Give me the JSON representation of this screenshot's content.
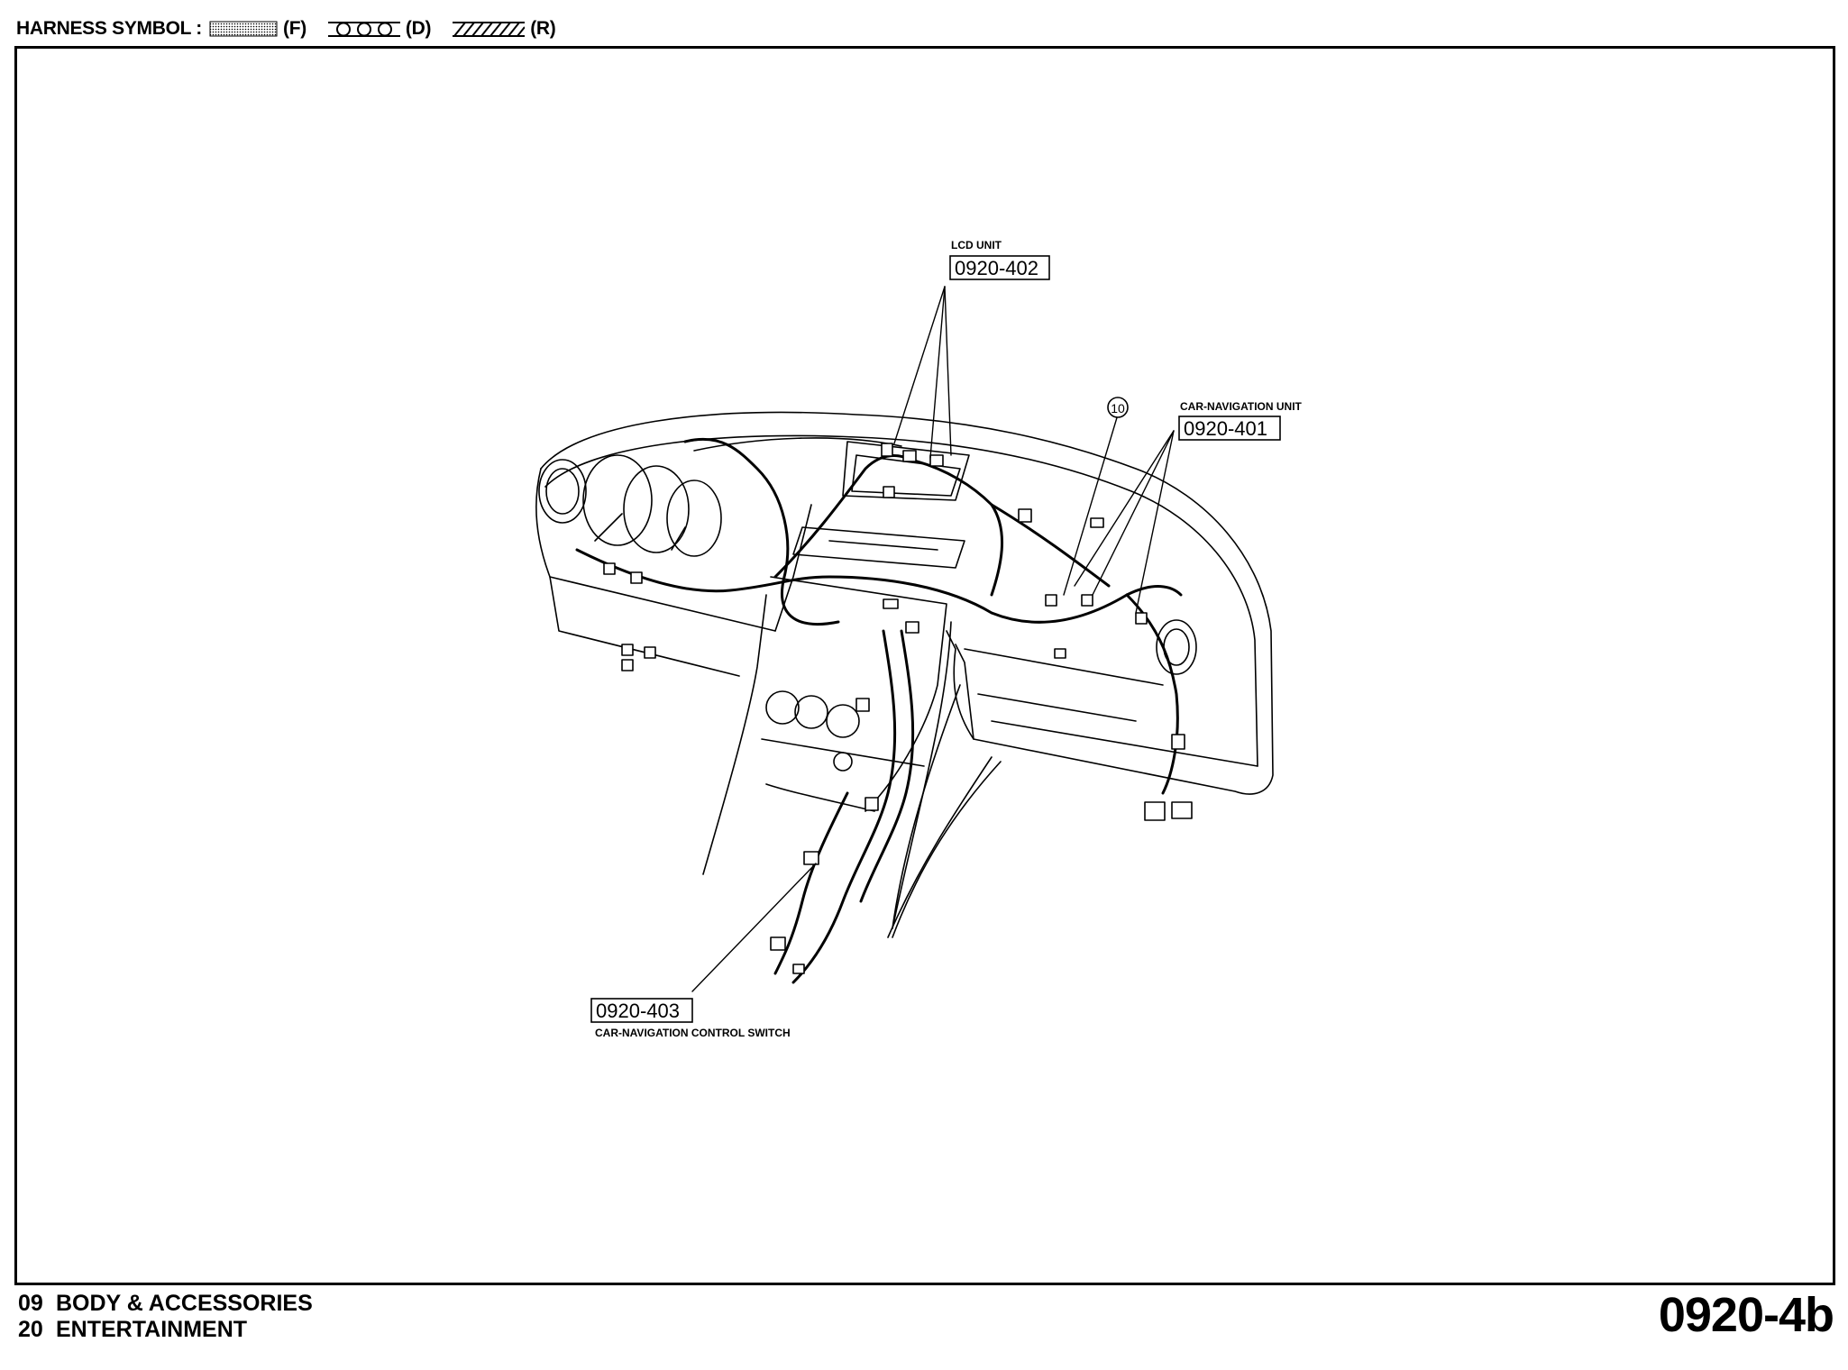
{
  "header": {
    "prefix": "HARNESS SYMBOL :",
    "symbols": [
      {
        "code": "(F)",
        "pattern": "dotted"
      },
      {
        "code": "(D)",
        "pattern": "circles"
      },
      {
        "code": "(R)",
        "pattern": "hatched"
      }
    ]
  },
  "callouts": {
    "lcd_unit": {
      "label": "LCD UNIT",
      "code": "0920-402"
    },
    "nav_unit": {
      "label": "CAR-NAVIGATION UNIT",
      "code": "0920-401"
    },
    "nav_switch": {
      "label": "CAR-NAVIGATION CONTROL SWITCH",
      "code": "0920-403"
    },
    "ground_point": "10"
  },
  "footer": {
    "section": {
      "number": "09",
      "title": "BODY & ACCESSORIES"
    },
    "subsection": {
      "number": "20",
      "title": "ENTERTAINMENT"
    },
    "page_code": "0920-4b"
  },
  "colors": {
    "ink": "#000000",
    "paper": "#ffffff"
  }
}
